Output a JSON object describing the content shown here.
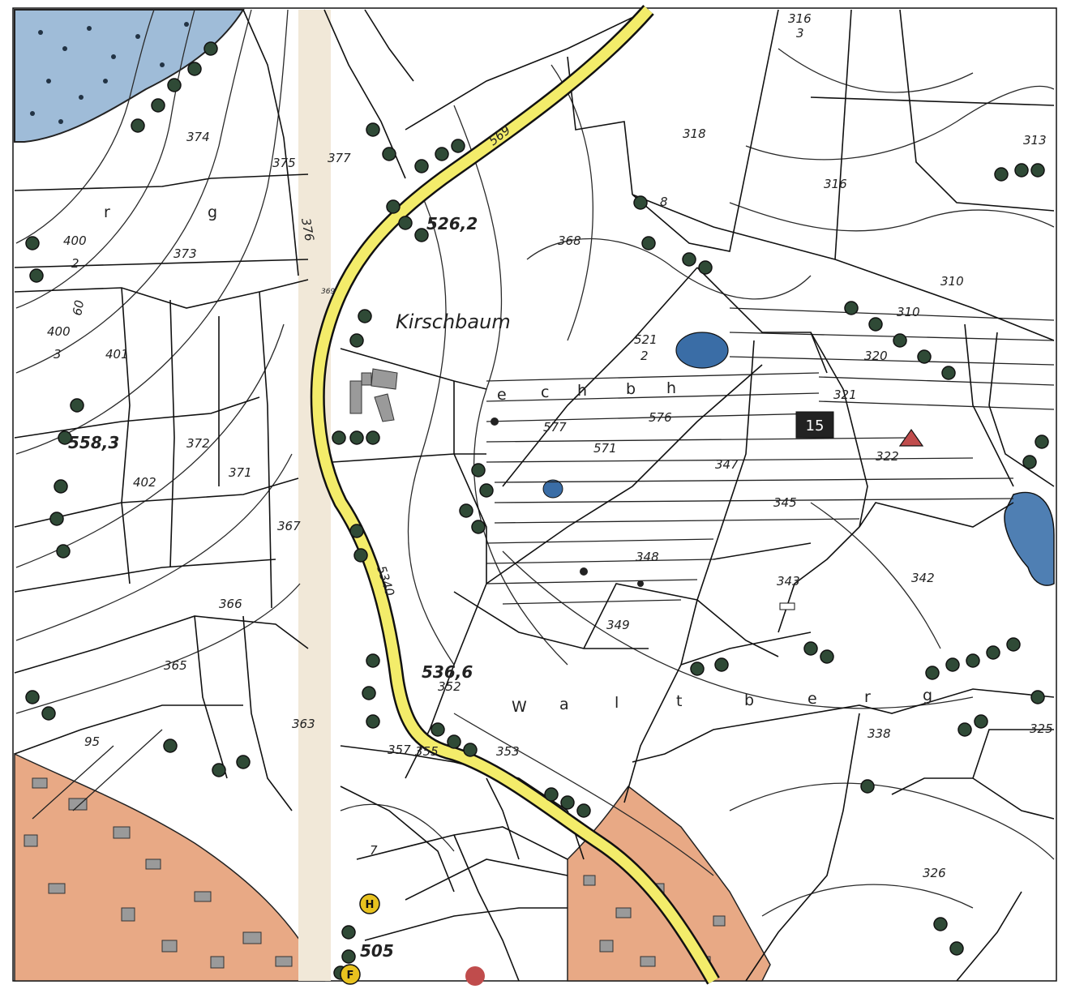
{
  "map": {
    "place_name": "Kirschbaum",
    "field_names": [
      {
        "id": "echbbh",
        "letters": [
          "e",
          "c",
          "h",
          "b",
          "h"
        ]
      },
      {
        "id": "waltberg",
        "letters": [
          "W",
          "a",
          "l",
          "t",
          "b",
          "e",
          "r",
          "g"
        ]
      },
      {
        "id": "rg",
        "letters": [
          "r",
          "g"
        ]
      }
    ],
    "elevations": [
      "526,2",
      "558,3",
      "536,6",
      "505"
    ],
    "map_sheet_number": "15",
    "route_number": "569",
    "route_number_lower": "5340",
    "parcels": [
      "316",
      "3",
      "313",
      "318",
      "316",
      "310",
      "310",
      "320",
      "321",
      "322",
      "347",
      "345",
      "342",
      "343",
      "348",
      "349",
      "338",
      "326",
      "325",
      "374",
      "375",
      "377",
      "373",
      "372",
      "371",
      "367",
      "366",
      "365",
      "363",
      "401",
      "402",
      "400",
      "2",
      "400",
      "3",
      "368",
      "577",
      "576",
      "571",
      "521",
      "2",
      "353",
      "355",
      "357",
      "352",
      "95",
      "7",
      "8",
      "60",
      "376",
      "369"
    ],
    "markers": [
      {
        "id": "h-marker",
        "text": "H"
      },
      {
        "id": "f-marker",
        "text": "F"
      }
    ],
    "colors": {
      "road_yellow": "#f3ec6a",
      "settlement_orange": "#e8a985",
      "water_blue": "#4f7fb3",
      "forest_blue": "#9fbcd8",
      "tree_green": "#2f4a36",
      "triangle_red": "#c04c4c"
    }
  }
}
